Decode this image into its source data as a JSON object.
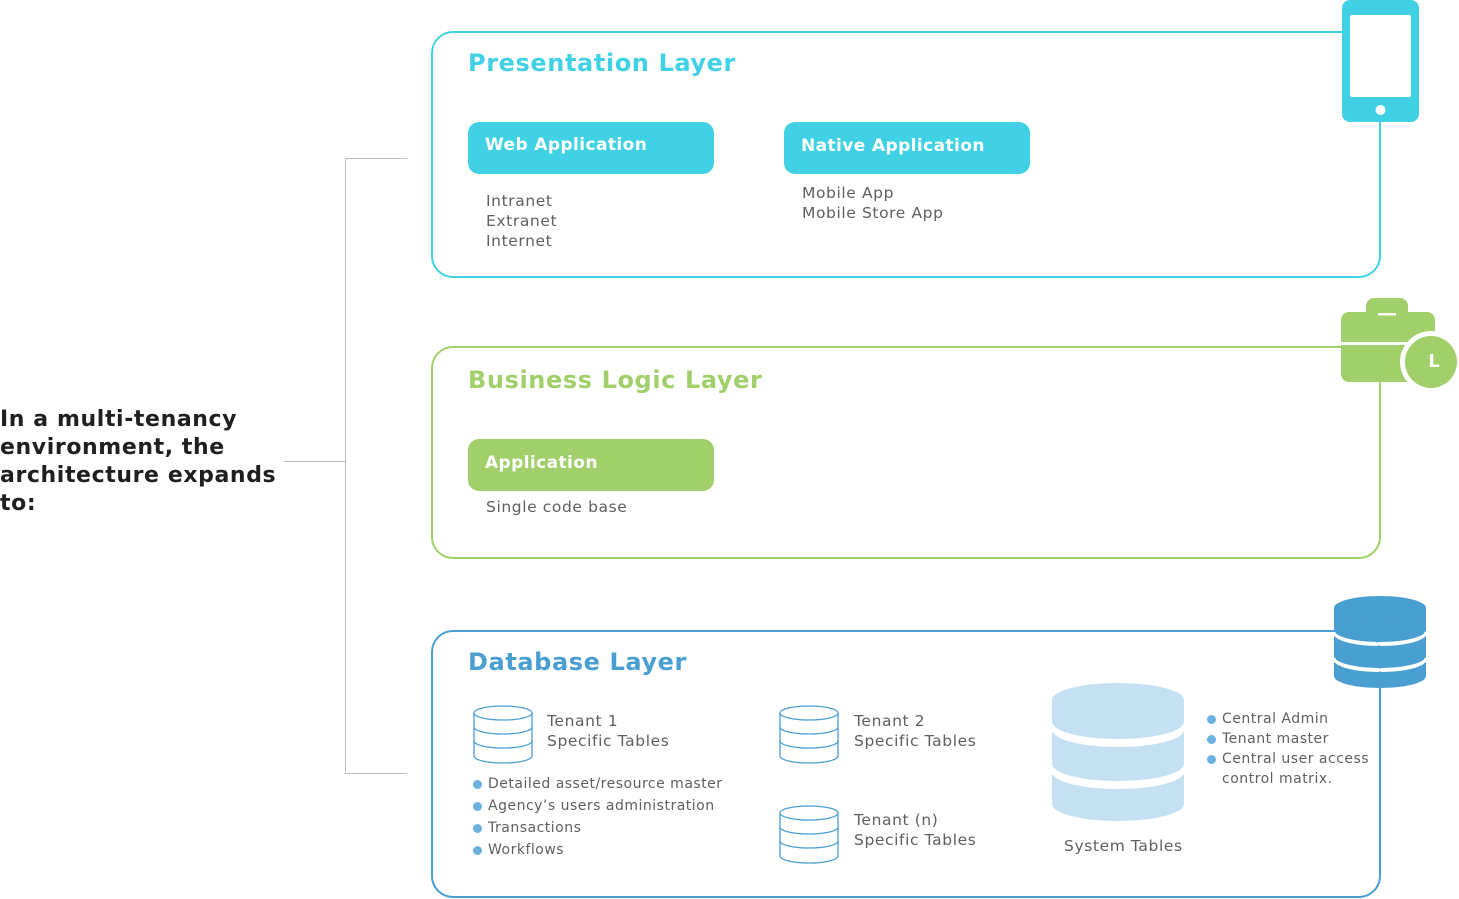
{
  "intro": {
    "lines": [
      "In a multi-tenancy",
      "environment, the",
      "architecture expands",
      "to:"
    ]
  },
  "presentation": {
    "title": "Presentation Layer",
    "icon": "mobile-phone-icon",
    "web": {
      "label": "Web Application",
      "items": [
        "Intranet",
        "Extranet",
        "Internet"
      ]
    },
    "native": {
      "label": "Native Application",
      "items": [
        "Mobile App",
        "Mobile Store App"
      ]
    }
  },
  "business": {
    "title": "Business Logic Layer",
    "icon": "briefcase-clock-icon",
    "clock_letter": "L",
    "app": {
      "label": "Application",
      "items": [
        "Single code base"
      ]
    }
  },
  "database": {
    "title": "Database Layer",
    "icon": "database-icon",
    "tenant1": {
      "name": "Tenant 1",
      "sub": "Specific Tables",
      "bullets": [
        "Detailed asset/resource master",
        "Agency’s users administration",
        "Transactions",
        "Workflows"
      ]
    },
    "tenant2": {
      "name": "Tenant 2",
      "sub": "Specific Tables"
    },
    "tenantn": {
      "name": "Tenant (n)",
      "sub": "Specific Tables"
    },
    "system": {
      "label": "System Tables",
      "bullets": [
        "Central Admin",
        "Tenant master",
        "Central user access",
        "control matrix."
      ]
    }
  },
  "colors": {
    "presentation": "#40d2e4",
    "business": "#a1d06a",
    "database": "#4a9fd2",
    "system_db": "#c3e1f2"
  }
}
